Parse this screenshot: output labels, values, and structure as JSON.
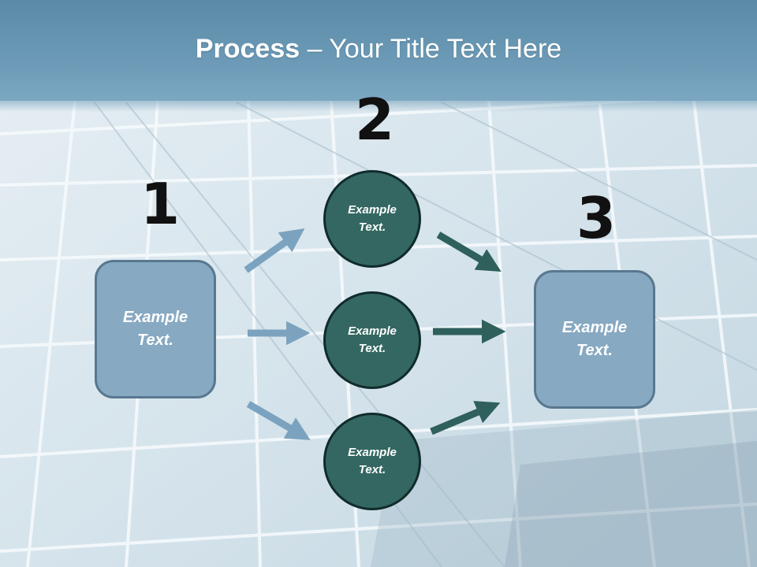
{
  "slide": {
    "title_bold": "Process",
    "title_rest": " – Your Title Text Here"
  },
  "steps": {
    "one": {
      "number": "1",
      "box_text": "Example Text."
    },
    "two": {
      "number": "2",
      "circles": [
        "Example Text.",
        "Example Text.",
        "Example Text."
      ]
    },
    "three": {
      "number": "3",
      "box_text": "Example Text."
    }
  },
  "colors": {
    "header": "#6f9db9",
    "box_fill": "#87a9c2",
    "box_border": "#58788f",
    "circle_fill": "#346762",
    "circle_border": "#102b2a",
    "left_arrows": "#7ba3bf",
    "right_arrows": "#2f605c"
  }
}
